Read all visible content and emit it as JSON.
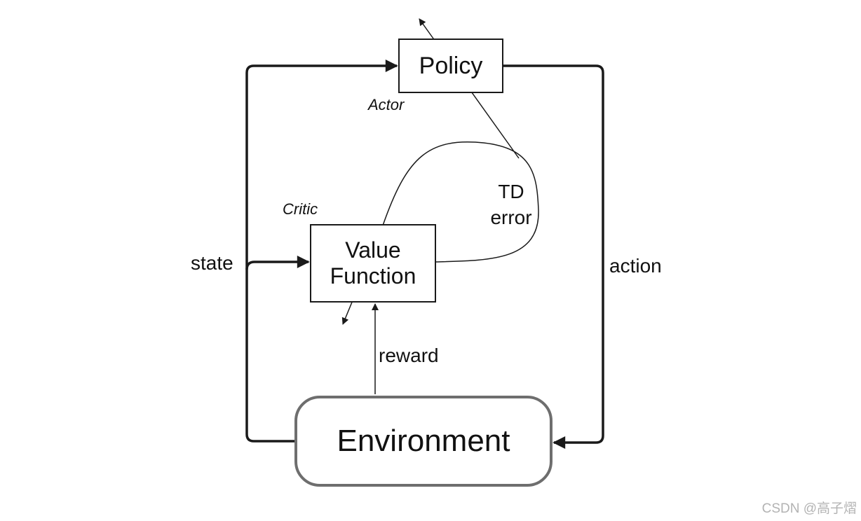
{
  "nodes": {
    "policy": "Policy",
    "value_function_line1": "Value",
    "value_function_line2": "Function",
    "environment": "Environment"
  },
  "roles": {
    "actor": "Actor",
    "critic": "Critic"
  },
  "edges": {
    "state": "state",
    "action": "action",
    "reward": "reward",
    "td_error_line1": "TD",
    "td_error_line2": "error"
  },
  "watermark": "CSDN @高子熠",
  "colors": {
    "line": "#1a1a1a",
    "environment_border": "#6e6e6e",
    "watermark": "#b3b3b3"
  }
}
